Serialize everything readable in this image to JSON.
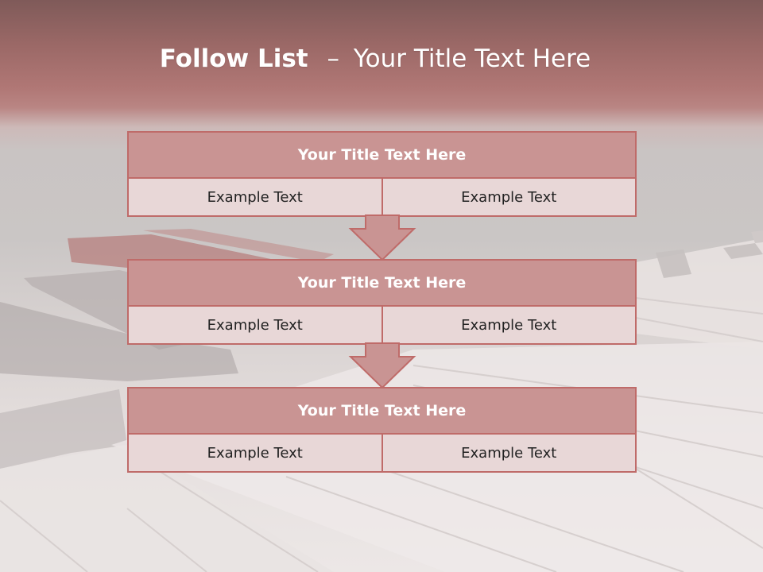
{
  "title": {
    "bold": "Follow List",
    "separator": "–",
    "rest": "Your Title Text Here"
  },
  "steps": [
    {
      "title": "Your Title Text Here",
      "left": "Example Text",
      "right": "Example Text"
    },
    {
      "title": "Your Title Text Here",
      "left": "Example Text",
      "right": "Example Text"
    },
    {
      "title": "Your Title Text Here",
      "left": "Example Text",
      "right": "Example Text"
    }
  ],
  "colors": {
    "box_border": "#bf6b69",
    "box_title_fill": "#c99493",
    "box_cell_fill": "#e8d7d7",
    "arrow_fill": "#c99493",
    "header_band": "#b07775"
  }
}
